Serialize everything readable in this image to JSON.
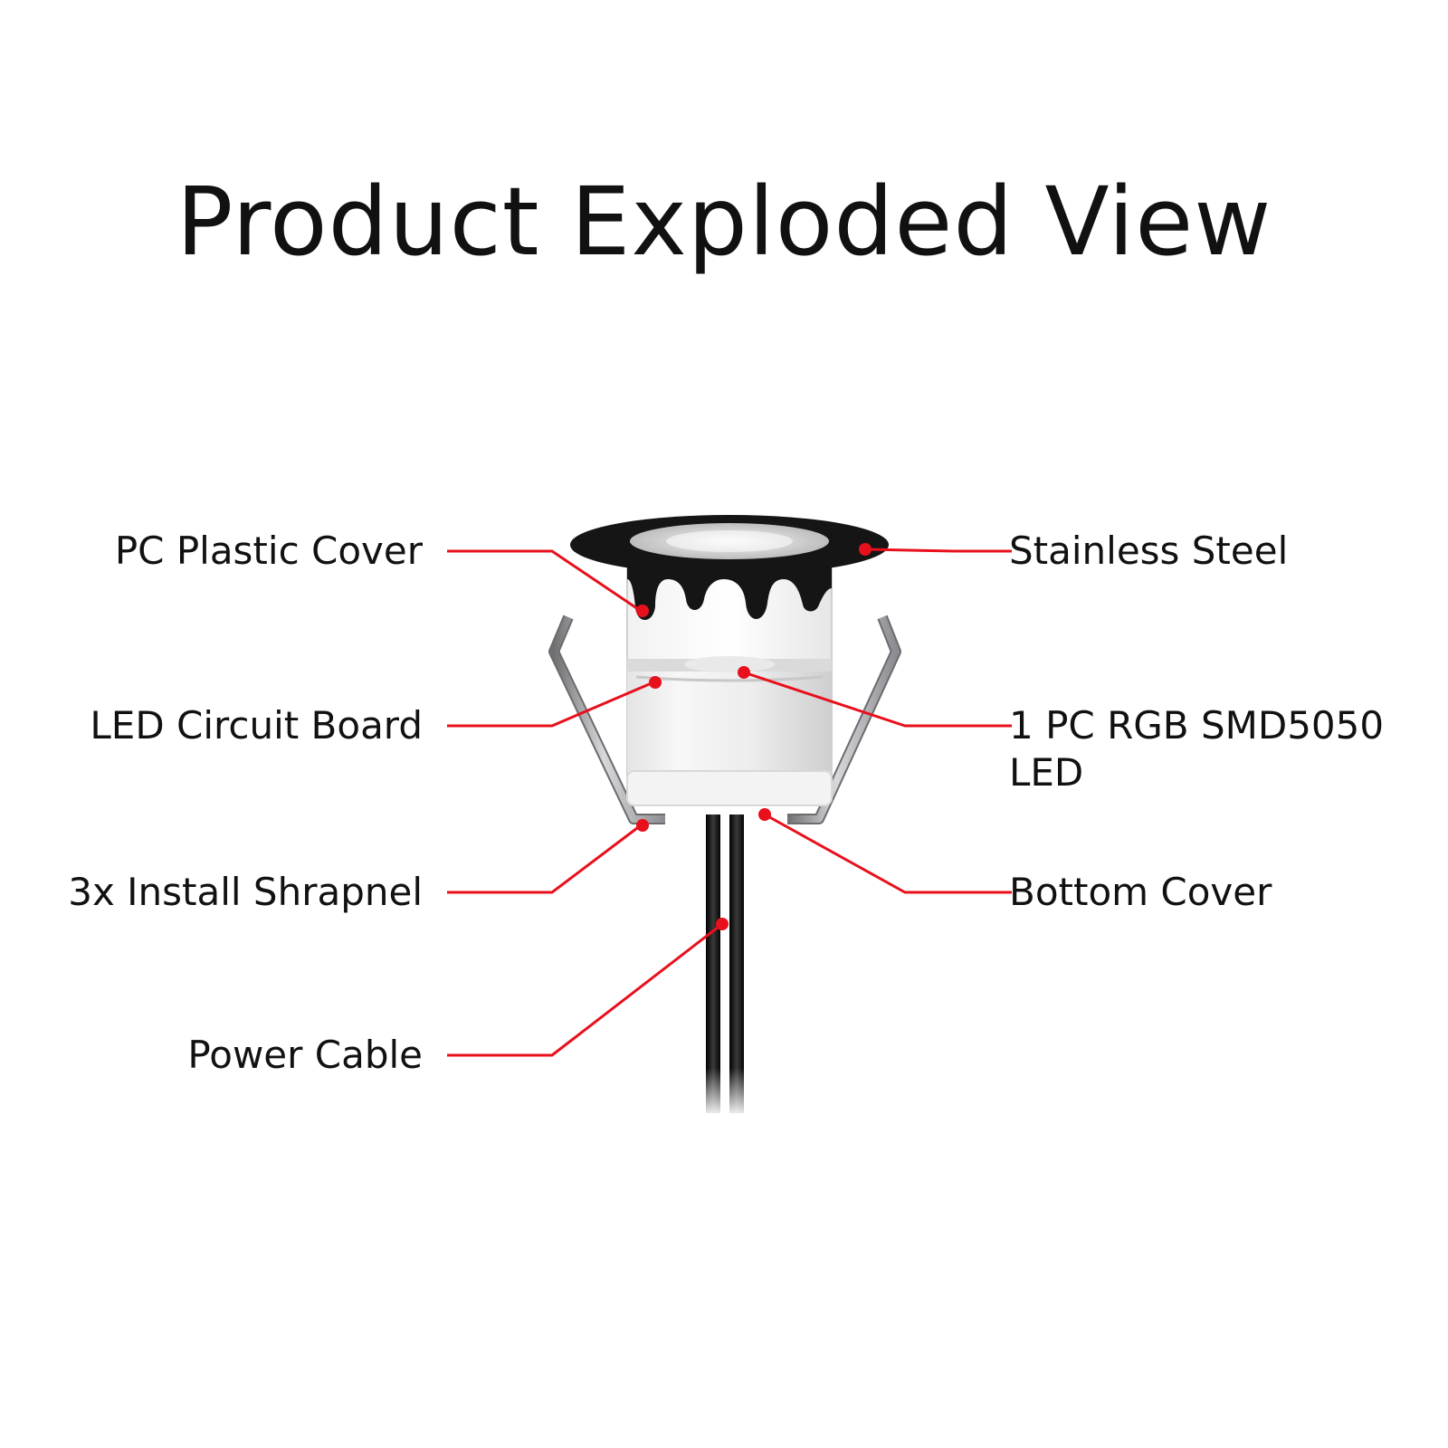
{
  "title": "Product Exploded View",
  "colors": {
    "leader": "#e8101c",
    "text": "#111111",
    "flange": "#151515",
    "cable": "#1a1a1a",
    "steel": "#a9a9ad"
  },
  "labels": {
    "pc_plastic_cover": "PC Plastic Cover",
    "led_circuit_board": "LED Circuit Board",
    "install_shrapnel": "3x Install Shrapnel",
    "power_cable": "Power Cable",
    "stainless_steel": "Stainless Steel",
    "rgb_led_line1": "1 PC RGB SMD5050",
    "rgb_led_line2": "LED",
    "bottom_cover": "Bottom Cover"
  }
}
